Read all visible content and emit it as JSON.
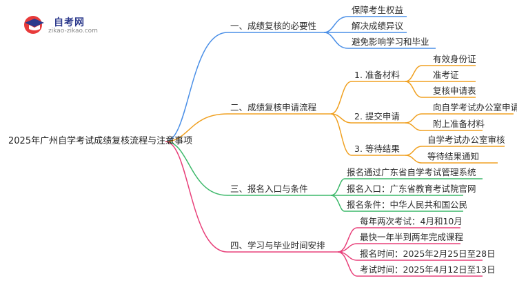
{
  "logo": {
    "name": "自考网",
    "domain": "zikao-zikao.com"
  },
  "root": "2025年广州自学考试成绩复核流程与注意事项",
  "colors": {
    "blue": "#4a8fe7",
    "orange": "#f0a020",
    "green": "#3cb86a",
    "pink": "#e8407a"
  },
  "branches": [
    {
      "label": "一、成绩复核的必要性",
      "items": [
        "保障考生权益",
        "解决成绩异议",
        "避免影响学习和毕业"
      ]
    },
    {
      "label": "二、成绩复核申请流程",
      "subs": [
        {
          "label": "1. 准备材料",
          "items": [
            "有效身份证",
            "准考证",
            "复核申请表"
          ]
        },
        {
          "label": "2. 提交申请",
          "items": [
            "向自学考试办公室申请",
            "附上准备材料"
          ]
        },
        {
          "label": "3. 等待结果",
          "items": [
            "自学考试办公室审核",
            "等待结果通知"
          ]
        }
      ]
    },
    {
      "label": "三、报名入口与条件",
      "items": [
        "报名通过广东省自学考试管理系统",
        "报名入口：广东省教育考试院官网",
        "报名条件：中华人民共和国公民"
      ]
    },
    {
      "label": "四、学习与毕业时间安排",
      "items": [
        "每年两次考试：4月和10月",
        "最快一年半到两年完成课程",
        "报名时间：2025年2月25日至28日",
        "考试时间：2025年4月12日至13日"
      ]
    }
  ]
}
